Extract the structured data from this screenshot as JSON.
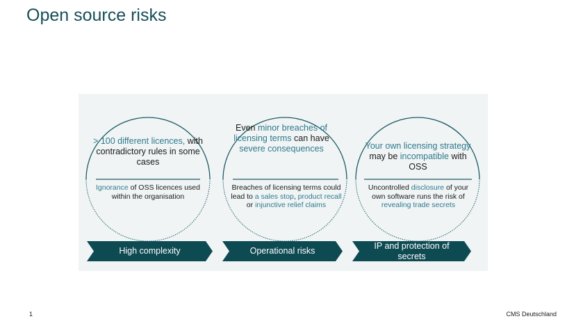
{
  "title": "Open source risks",
  "columns": [
    {
      "upper": [
        {
          "t": "> 100 different licences,",
          "h": true
        },
        {
          "t": " with contradictory rules in some cases",
          "h": false
        }
      ],
      "lower": [
        {
          "t": "Ignorance",
          "h": true
        },
        {
          "t": " of OSS licences used within the organisation",
          "h": false
        }
      ],
      "label": "High complexity"
    },
    {
      "upper": [
        {
          "t": "Even ",
          "h": false
        },
        {
          "t": "minor breaches of licensing terms",
          "h": true
        },
        {
          "t": " can have ",
          "h": false
        },
        {
          "t": "severe consequences",
          "h": true
        }
      ],
      "lower": [
        {
          "t": "Breaches of licensing terms could lead to ",
          "h": false
        },
        {
          "t": "a sales stop",
          "h": true
        },
        {
          "t": ", ",
          "h": false
        },
        {
          "t": "product recall",
          "h": true
        },
        {
          "t": " or ",
          "h": false
        },
        {
          "t": "injunctive relief claims",
          "h": true
        }
      ],
      "label": "Operational risks"
    },
    {
      "upper": [
        {
          "t": "Your own licensing strategy",
          "h": true
        },
        {
          "t": " may be ",
          "h": false
        },
        {
          "t": "incompatible",
          "h": true
        },
        {
          "t": " with OSS",
          "h": false
        }
      ],
      "lower": [
        {
          "t": "Uncontrolled ",
          "h": false
        },
        {
          "t": "disclosure",
          "h": true
        },
        {
          "t": " of your own software runs the risk of ",
          "h": false
        },
        {
          "t": "revealing trade secrets",
          "h": true
        }
      ],
      "label": "IP and protection of secrets"
    }
  ],
  "page_number": "1",
  "footer": "CMS Deutschland"
}
